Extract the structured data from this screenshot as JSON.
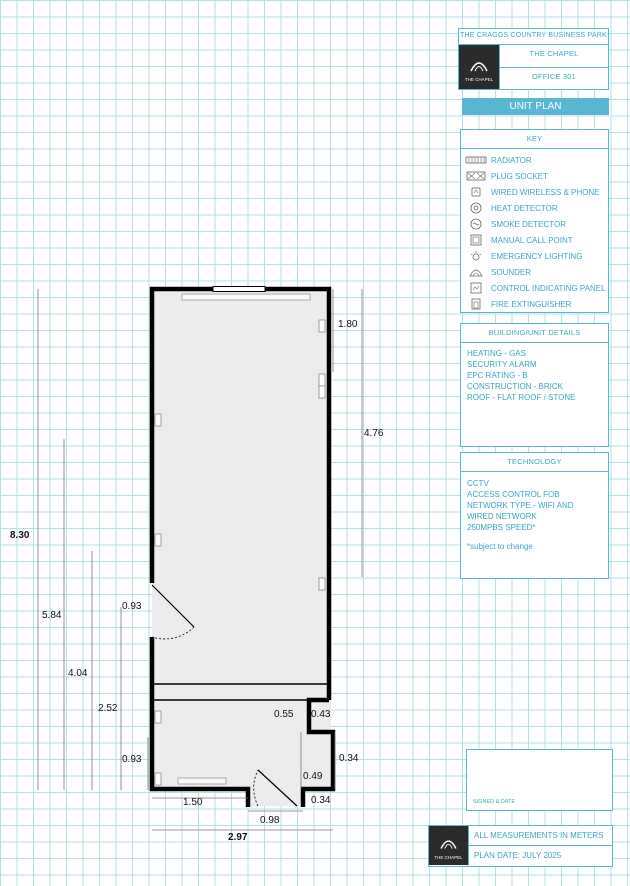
{
  "title_block": {
    "park": "THE CRAGGS COUNTRY BUSINESS PARK",
    "building": "THE CHAPEL",
    "unit": "OFFICE 301",
    "logo_text": "THE CHAPEL"
  },
  "plan_heading": "UNIT PLAN",
  "key": {
    "title": "KEY",
    "items": [
      {
        "icon": "radiator-icon",
        "label": "RADIATOR"
      },
      {
        "icon": "plug-socket-icon",
        "label": "PLUG SOCKET"
      },
      {
        "icon": "wired-wireless-phone-icon",
        "label": "WIRED WIRELESS & PHONE"
      },
      {
        "icon": "heat-detector-icon",
        "label": "HEAT DETECTOR"
      },
      {
        "icon": "smoke-detector-icon",
        "label": "SMOKE DETECTOR"
      },
      {
        "icon": "manual-call-point-icon",
        "label": "MANUAL CALL POINT"
      },
      {
        "icon": "emergency-lighting-icon",
        "label": "EMERGENCY LIGHTING"
      },
      {
        "icon": "sounder-icon",
        "label": "SOUNDER"
      },
      {
        "icon": "control-indicating-panel-icon",
        "label": "CONTROL INDICATING PANEL"
      },
      {
        "icon": "fire-extinguisher-icon",
        "label": "FIRE EXTINGUISHER"
      }
    ]
  },
  "building_details": {
    "title": "BUILDING/UNIT DETAILS",
    "lines": [
      "HEATING - GAS",
      "SECURITY ALARM",
      "EPC RATING - B",
      "CONSTRUCTION - BRICK",
      "ROOF - FLAT ROOF / STONE"
    ]
  },
  "technology": {
    "title": "TECHNOLOGY",
    "lines": [
      "CCTV",
      "ACCESS CONTROL FOB",
      "NETWORK TYPE - WIFI AND",
      "WIRED NETWORK",
      "250MPBS SPEED*"
    ],
    "note": "*subject to change"
  },
  "signature": {
    "label": "SIGNED & DATE"
  },
  "footer": {
    "measurements": "ALL MEASUREMENTS IN METERS",
    "plan_date": "PLAN DATE: JULY 2025",
    "logo_text": "THE CHAPEL"
  },
  "dimensions": {
    "overall_height": "8.30",
    "d_5_84": "5.84",
    "d_4_04": "4.04",
    "d_2_52": "2.52",
    "d_0_93_upper": "0.93",
    "d_0_93_lower": "0.93",
    "d_1_80": "1.80",
    "d_4_76": "4.76",
    "d_0_55": "0.55",
    "d_0_43": "0.43",
    "d_0_34_side": "0.34",
    "d_0_49": "0.49",
    "d_0_34_bottom": "0.34",
    "d_1_50": "1.50",
    "d_0_98": "0.98",
    "overall_width": "2.97"
  },
  "colors": {
    "accent": "#5ab7d3",
    "grid": "#b3dfe9",
    "logo_bg": "#2b2b2b",
    "floor": "#ececec"
  }
}
